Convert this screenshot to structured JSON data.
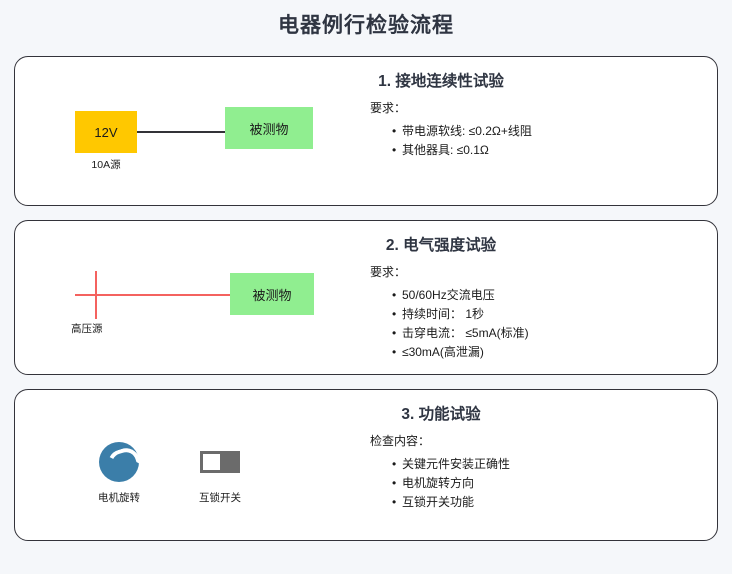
{
  "page": {
    "title": "电器例行检验流程",
    "background_color": "#f5f7fa"
  },
  "colors": {
    "source_box": "#ffc800",
    "dut_box": "#90ee90",
    "hv_line": "#f4625f",
    "wire": "#333338",
    "motor_icon": "#3b7ea9",
    "switch_icon": "#6b6b6b",
    "card_border": "#33333a"
  },
  "sections": [
    {
      "heading": "1. 接地连续性试验",
      "diagram": {
        "source_label": "12V",
        "source_caption": "10A源",
        "dut_label": "被测物"
      },
      "requirements": {
        "title": "要求：",
        "items": [
          "带电源软线: ≤0.2Ω+线阻",
          "其他器具: ≤0.1Ω"
        ]
      }
    },
    {
      "heading": "2. 电气强度试验",
      "diagram": {
        "source_caption": "高压源",
        "dut_label": "被测物"
      },
      "requirements": {
        "title": "要求：",
        "items": [
          "50/60Hz交流电压",
          "持续时间： 1秒",
          "击穿电流： ≤5mA(标准)"
        ],
        "overflow_line": "≤30mA(高泄漏)"
      }
    },
    {
      "heading": "3. 功能试验",
      "diagram": {
        "motor_caption": "电机旋转",
        "switch_caption": "互锁开关"
      },
      "requirements": {
        "title": "检查内容：",
        "items": [
          "关键元件安装正确性",
          "电机旋转方向",
          "互锁开关功能"
        ]
      }
    }
  ]
}
